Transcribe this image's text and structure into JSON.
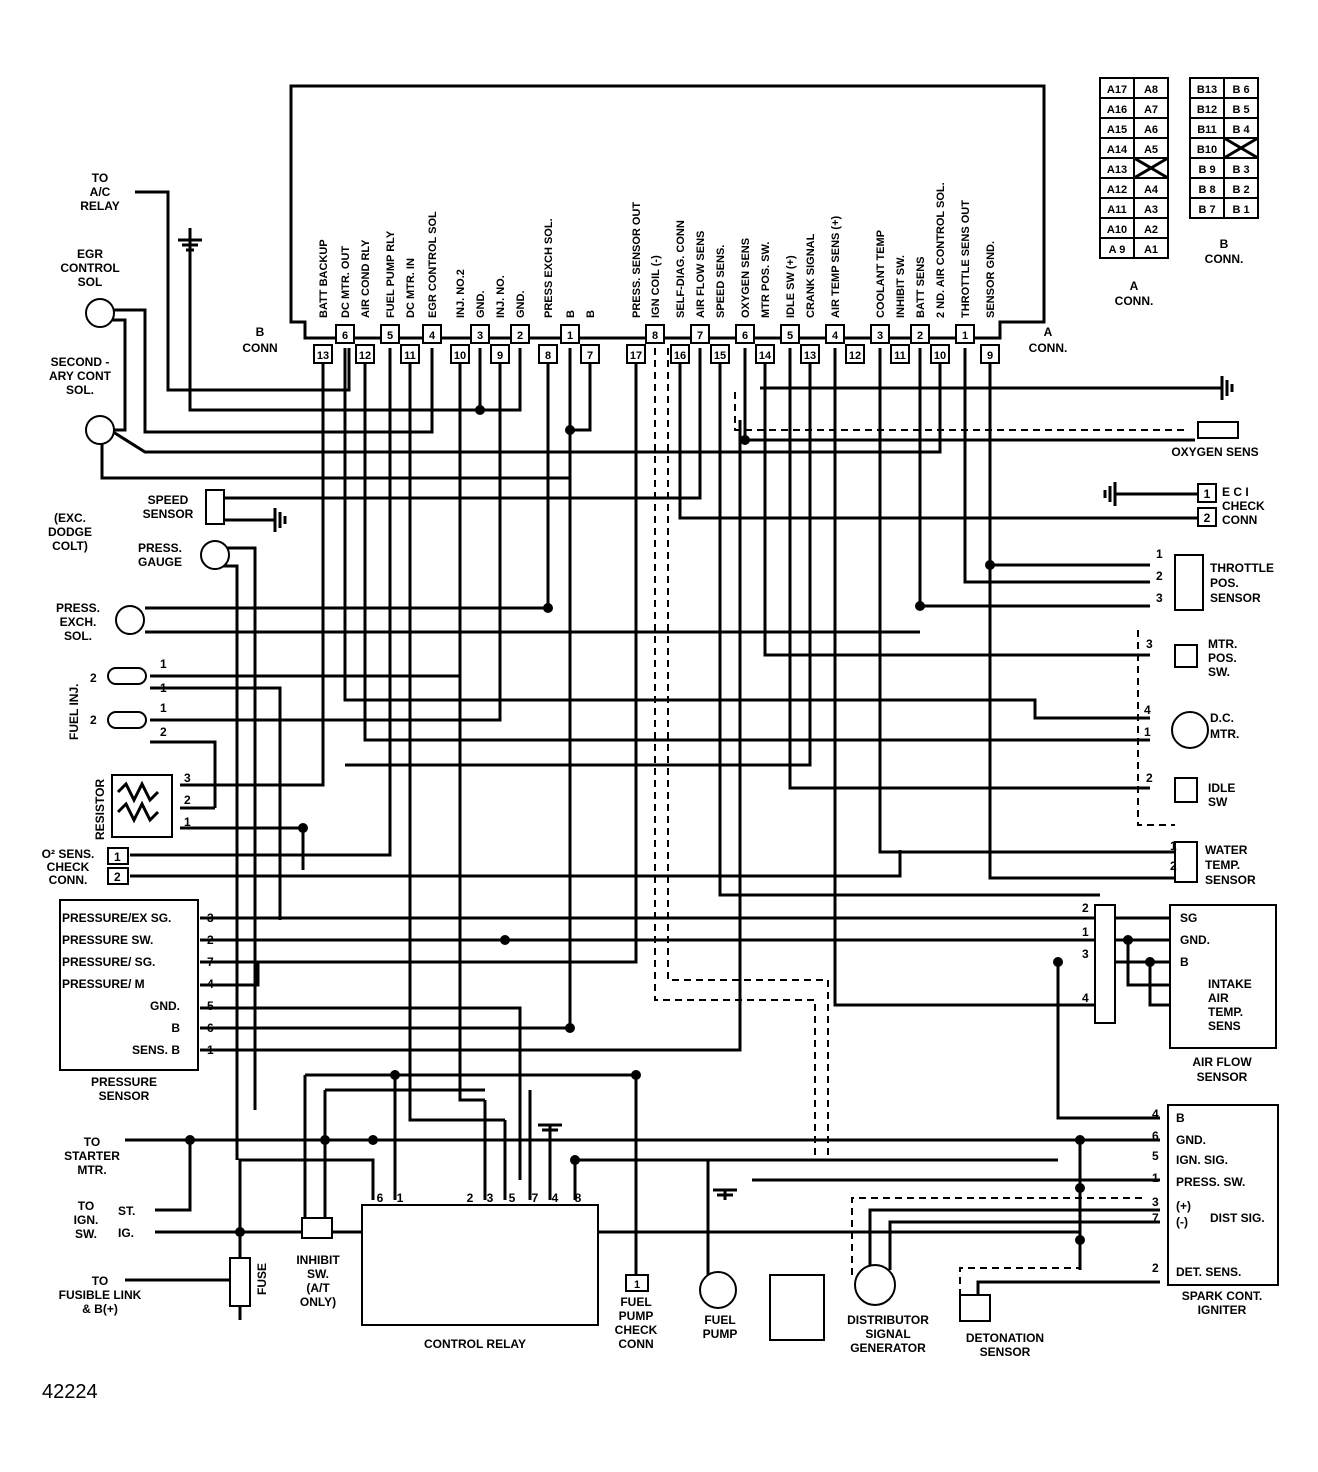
{
  "figure_number": "42224",
  "ecu": {
    "b_conn_label": [
      "B",
      "CONN"
    ],
    "a_conn_label": [
      "A",
      "CONN."
    ],
    "b_pins": [
      {
        "num": "13",
        "label": "BATT BACKUP"
      },
      {
        "num": "6",
        "label": "DC MTR. OUT"
      },
      {
        "num": "12",
        "label": "AIR COND RLY"
      },
      {
        "num": "5",
        "label": "FUEL PUMP RLY"
      },
      {
        "num": "11",
        "label": "DC MTR. IN"
      },
      {
        "num": "4",
        "label": "EGR CONTROL SOL"
      },
      {
        "num": "10",
        "label": "INJ. NO.2"
      },
      {
        "num": "3",
        "label": "GND."
      },
      {
        "num": "9",
        "label": "INJ. NO."
      },
      {
        "num": "2",
        "label": "GND."
      },
      {
        "num": "8",
        "label": "PRESS EXCH SOL."
      },
      {
        "num": "1",
        "label": "B"
      },
      {
        "num": "7",
        "label": "B"
      }
    ],
    "a_pins": [
      {
        "num": "17",
        "label": "PRESS. SENSOR OUT"
      },
      {
        "num": "8",
        "label": "IGN COIL (-)"
      },
      {
        "num": "16",
        "label": "SELF-DIAG. CONN"
      },
      {
        "num": "7",
        "label": "AIR FLOW SENS"
      },
      {
        "num": "15",
        "label": "SPEED SENS."
      },
      {
        "num": "6",
        "label": "OXYGEN SENS"
      },
      {
        "num": "14",
        "label": "MTR POS. SW."
      },
      {
        "num": "5",
        "label": "IDLE SW (+)"
      },
      {
        "num": "13",
        "label": "CRANK SIGNAL"
      },
      {
        "num": "4",
        "label": "AIR TEMP SENS (+)"
      },
      {
        "num": "12",
        "label": ""
      },
      {
        "num": "3",
        "label": "COOLANT TEMP"
      },
      {
        "num": "11",
        "label": "INHIBIT SW."
      },
      {
        "num": "2",
        "label": "BATT SENS"
      },
      {
        "num": "10",
        "label": "2 ND. AIR CONTROL SOL."
      },
      {
        "num": "1",
        "label": "THROTTLE SENS OUT"
      },
      {
        "num": "9",
        "label": "SENSOR GND."
      }
    ]
  },
  "a_connector_grid": {
    "rows": [
      [
        "A17",
        "A8"
      ],
      [
        "A16",
        "A7"
      ],
      [
        "A15",
        "A6"
      ],
      [
        "A14",
        "A5"
      ],
      [
        "A13",
        "X"
      ],
      [
        "A12",
        "A4"
      ],
      [
        "A11",
        "A3"
      ],
      [
        "A10",
        "A2"
      ],
      [
        "A 9",
        "A1"
      ]
    ],
    "label": [
      "A",
      "CONN."
    ]
  },
  "b_connector_grid": {
    "rows": [
      [
        "B13",
        "B 6"
      ],
      [
        "B12",
        "B 5"
      ],
      [
        "B11",
        "B 4"
      ],
      [
        "B10",
        "X"
      ],
      [
        "B 9",
        "B 3"
      ],
      [
        "B 8",
        "B 2"
      ],
      [
        "B 7",
        "B 1"
      ]
    ],
    "label": [
      "B",
      "CONN."
    ]
  },
  "left_components": {
    "ac_relay": [
      "TO",
      "A/C",
      "RELAY"
    ],
    "egr_sol": [
      "EGR",
      "CONTROL",
      "SOL"
    ],
    "secondary_sol": [
      "SECOND -",
      "ARY CONT",
      "SOL."
    ],
    "exc_dodge": [
      "(EXC.",
      "DODGE",
      "COLT)"
    ],
    "speed_sensor": [
      "SPEED",
      "SENSOR"
    ],
    "press_gauge": [
      "PRESS.",
      "GAUGE"
    ],
    "press_exch_sol": [
      "PRESS.",
      "EXCH.",
      "SOL."
    ],
    "fuel_inj": "FUEL INJ.",
    "inj_pins": [
      "2",
      "1",
      "1",
      "2",
      "1",
      "2"
    ],
    "resistor": "RESISTOR",
    "resistor_pins": [
      "3",
      "2",
      "1"
    ],
    "o2_check": [
      "O² SENS.",
      "CHECK",
      "CONN."
    ],
    "o2_pins": [
      "1",
      "2"
    ],
    "pressure_sensor_rows": [
      {
        "label": "PRESSURE/EX SG.",
        "pin": "3"
      },
      {
        "label": "PRESSURE SW.",
        "pin": "2"
      },
      {
        "label": "PRESSURE/ SG.",
        "pin": "7"
      },
      {
        "label": "PRESSURE/ M",
        "pin": "4"
      },
      {
        "label": "GND.",
        "pin": "5"
      },
      {
        "label": "B",
        "pin": "6"
      },
      {
        "label": "SENS.  B",
        "pin": "1"
      }
    ],
    "pressure_sensor": [
      "PRESSURE",
      "SENSOR"
    ],
    "starter": [
      "TO",
      "STARTER",
      "MTR."
    ],
    "ign_sw": [
      "TO",
      "IGN.",
      "SW."
    ],
    "ign_pos": [
      "ST.",
      "IG."
    ],
    "fusible": [
      "TO",
      "FUSIBLE LINK",
      "& B(+)"
    ],
    "fuse": "FUSE"
  },
  "bottom_components": {
    "inhibit_sw": [
      "INHIBIT",
      "SW.",
      "(A/T",
      "ONLY)"
    ],
    "control_relay": "CONTROL RELAY",
    "relay_pins": [
      "6",
      "1",
      "2",
      "3",
      "5",
      "7",
      "4",
      "8"
    ],
    "fuel_pump_check": [
      "FUEL",
      "PUMP",
      "CHECK",
      "CONN"
    ],
    "fuel_pump_check_pin": "1",
    "fuel_pump": [
      "FUEL",
      "PUMP"
    ],
    "distributor": [
      "DISTRIBUTOR",
      "SIGNAL",
      "GENERATOR"
    ],
    "detonation": [
      "DETONATION",
      "SENSOR"
    ]
  },
  "right_components": {
    "oxygen_sens": "OXYGEN SENS",
    "eci_check": [
      "E C I",
      "CHECK",
      "CONN"
    ],
    "eci_pins": [
      "1",
      "2"
    ],
    "throttle": [
      "THROTTLE",
      "POS.",
      "SENSOR"
    ],
    "throttle_pins": [
      "1",
      "2",
      "3"
    ],
    "mtr_pos": [
      "MTR.",
      "POS.",
      "SW."
    ],
    "mtr_pos_pin": "3",
    "dc_mtr": [
      "D.C.",
      "MTR."
    ],
    "dc_mtr_pins": [
      "4",
      "1"
    ],
    "idle_sw": [
      "IDLE",
      "SW"
    ],
    "idle_pin": "2",
    "water_temp": [
      "WATER",
      "TEMP.",
      "SENSOR"
    ],
    "water_pins": [
      "1",
      "2"
    ],
    "air_flow_left_pins": [
      "2",
      "1",
      "3",
      "4"
    ],
    "air_flow_rows": [
      "SG",
      "GND.",
      "B",
      "INTAKE",
      "AIR",
      "TEMP.",
      "SENS"
    ],
    "air_flow": [
      "AIR FLOW",
      "SENSOR"
    ],
    "igniter_rows": [
      {
        "pin": "4",
        "label": "B"
      },
      {
        "pin": "6",
        "label": "GND."
      },
      {
        "pin": "5",
        "label": "IGN. SIG."
      },
      {
        "pin": "1",
        "label": "PRESS. SW."
      },
      {
        "pin": "3",
        "label": "(+)"
      },
      {
        "pin": "7",
        "label": "(-)"
      },
      {
        "pin": "2",
        "label": "DET. SENS."
      }
    ],
    "dist_sig": "DIST SIG.",
    "igniter": [
      "SPARK CONT.",
      "IGNITER"
    ]
  }
}
